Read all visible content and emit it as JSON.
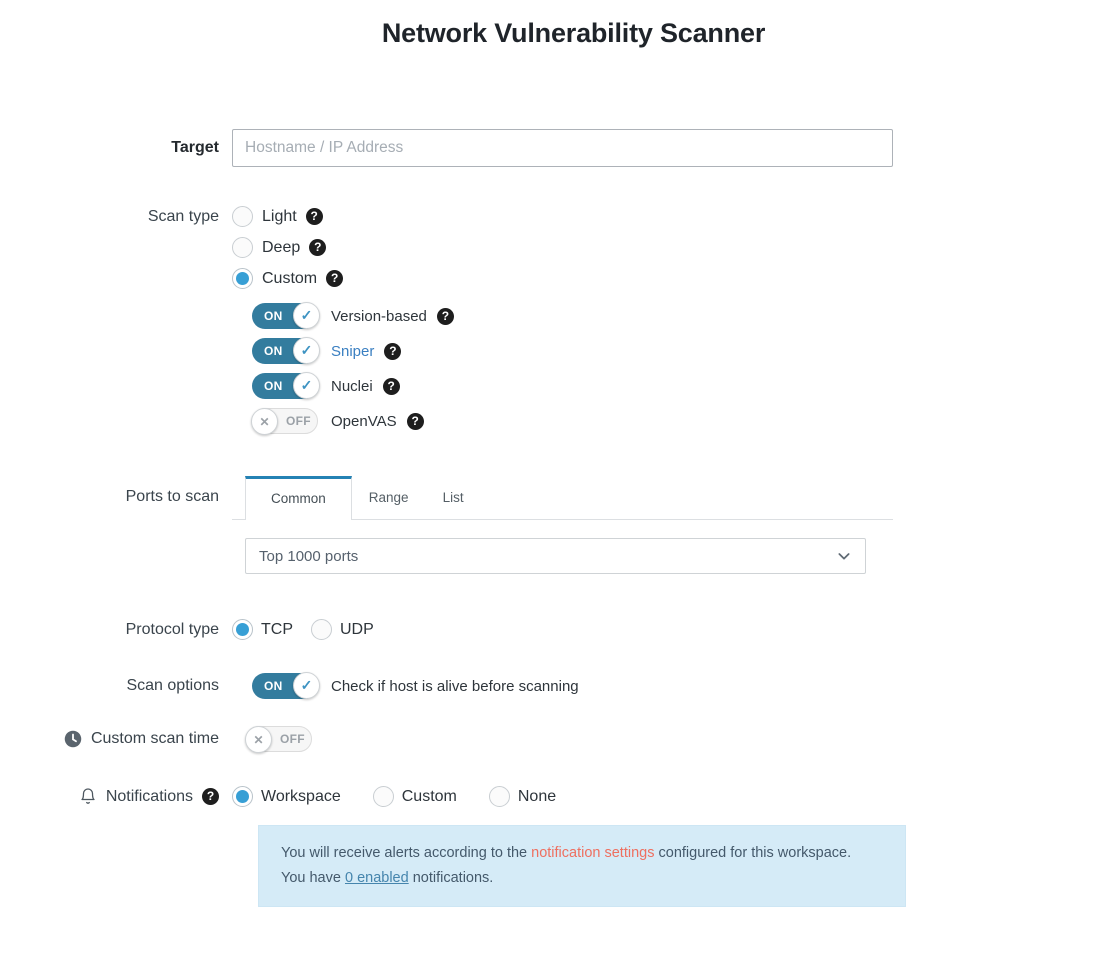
{
  "title": "Network Vulnerability Scanner",
  "target": {
    "label": "Target",
    "placeholder": "Hostname / IP Address"
  },
  "scan_type": {
    "label": "Scan type",
    "selected": "Custom",
    "options": [
      {
        "label": "Light"
      },
      {
        "label": "Deep"
      },
      {
        "label": "Custom"
      }
    ]
  },
  "scan_tools": [
    {
      "label": "Version-based",
      "state": "ON"
    },
    {
      "label": "Sniper",
      "state": "ON"
    },
    {
      "label": "Nuclei",
      "state": "ON"
    },
    {
      "label": "OpenVAS",
      "state": "OFF"
    }
  ],
  "ports": {
    "label": "Ports to scan",
    "active_tab": "Common",
    "tabs": [
      {
        "label": "Common"
      },
      {
        "label": "Range"
      },
      {
        "label": "List"
      }
    ],
    "selected_option": "Top 1000 ports"
  },
  "protocol": {
    "label": "Protocol type",
    "selected": "TCP",
    "options": [
      {
        "label": "TCP"
      },
      {
        "label": "UDP"
      }
    ]
  },
  "scan_options": {
    "label": "Scan options",
    "state": "ON",
    "toggle_label": "Check if host is alive before scanning"
  },
  "custom_scan_time": {
    "label": "Custom scan time",
    "state": "OFF"
  },
  "notifications": {
    "label": "Notifications",
    "selected": "Workspace",
    "options": [
      {
        "label": "Workspace"
      },
      {
        "label": "Custom"
      },
      {
        "label": "None"
      }
    ],
    "alert": {
      "text_before_link": "You will receive alerts according to the",
      "link_settings": "notification settings",
      "text_after_link": "configured for this workspace.",
      "line2_before": "You have",
      "link_enabled": "0 enabled",
      "line2_after": "notifications."
    }
  },
  "colors": {
    "accent_blue": "#379fd5",
    "toggle_on_bg": "#337c9e",
    "tab_active_border": "#2482b4",
    "tool_link_blue": "#3a7fc1",
    "alert_bg": "#d5ebf7",
    "alert_text": "#44596b",
    "alert_link_red": "#ee6f60",
    "alert_link_blue": "#4585ad",
    "help_badge_bg": "#1e1e1e"
  }
}
